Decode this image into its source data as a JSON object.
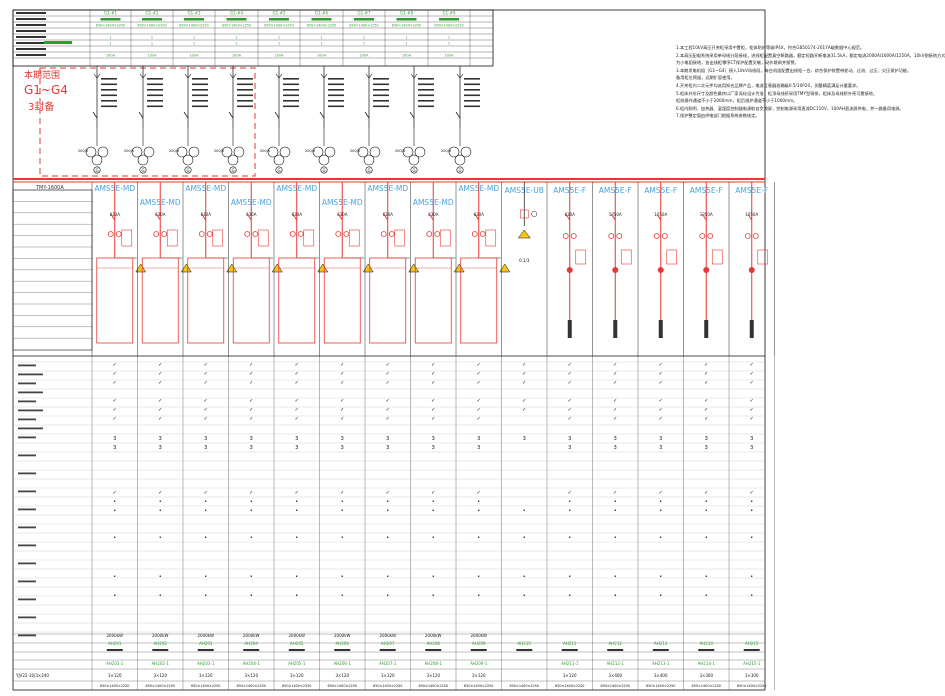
{
  "scope_note": {
    "line1": "本期范围",
    "line2": "G1~G4",
    "line3": "3封备"
  },
  "busbar_label": "TMY-1600A",
  "incoming_cable": "YJV22-10/3×240",
  "breaker_spec": "630A",
  "ct_ratio": "200/5",
  "ct_ratio_large": "1250A",
  "pt_ratio": "0.1/3",
  "panels": [
    {
      "top_code": "G1-#1",
      "type": "AMS5E-MD",
      "label1": "2000kW",
      "label2": "AH201",
      "label3": "AH201-1",
      "cable": "3×120",
      "size": "650×1400×2250",
      "loaded": true,
      "row_marks": [
        1,
        1,
        1,
        1,
        1,
        1,
        1,
        1,
        1,
        1
      ]
    },
    {
      "top_code": "G1-#2",
      "type": "AMS5E-MD",
      "label1": "2000kW",
      "label2": "AH202",
      "label3": "AH202-1",
      "cable": "3×120",
      "size": "650×1400×2250",
      "loaded": true,
      "row_marks": [
        1,
        1,
        1,
        1,
        1,
        1,
        1,
        1,
        1,
        1
      ]
    },
    {
      "top_code": "G1-#3",
      "type": "AMS5E-MD",
      "label1": "2000kW",
      "label2": "AH203",
      "label3": "AH203-1",
      "cable": "3×120",
      "size": "650×1400×2250",
      "loaded": true,
      "row_marks": [
        1,
        1,
        1,
        1,
        1,
        1,
        1,
        1,
        1,
        1
      ]
    },
    {
      "top_code": "G1-#4",
      "type": "AMS5E-MD",
      "label1": "2000kW",
      "label2": "AH204",
      "label3": "AH204-1",
      "cable": "3×120",
      "size": "650×1400×2250",
      "loaded": true,
      "row_marks": [
        1,
        1,
        1,
        1,
        1,
        1,
        1,
        1,
        1,
        1
      ]
    },
    {
      "top_code": "G1-#5",
      "type": "AMS5E-MD",
      "label1": "2000kW",
      "label2": "AH205",
      "label3": "AH205-1",
      "cable": "3×120",
      "size": "650×1400×2250",
      "loaded": true,
      "row_marks": [
        1,
        1,
        1,
        1,
        1,
        1,
        1,
        1,
        1,
        1
      ]
    },
    {
      "top_code": "G1-#6",
      "type": "AMS5E-MD",
      "label1": "2000kW",
      "label2": "AH206",
      "label3": "AH206-1",
      "cable": "3×120",
      "size": "650×1400×2250",
      "loaded": true,
      "row_marks": [
        1,
        1,
        1,
        1,
        1,
        1,
        1,
        1,
        1,
        1
      ]
    },
    {
      "top_code": "G1-#7",
      "type": "AMS5E-MD",
      "label1": "2000kW",
      "label2": "AH207",
      "label3": "AH207-1",
      "cable": "3×120",
      "size": "650×1400×2250",
      "loaded": true,
      "row_marks": [
        1,
        1,
        1,
        1,
        1,
        1,
        1,
        1,
        1,
        1
      ]
    },
    {
      "top_code": "G1-#8",
      "type": "AMS5E-MD",
      "label1": "2000kW",
      "label2": "AH208",
      "label3": "AH208-1",
      "cable": "3×120",
      "size": "650×1400×2250",
      "loaded": true,
      "row_marks": [
        1,
        1,
        1,
        1,
        1,
        1,
        1,
        1,
        1,
        1
      ]
    },
    {
      "top_code": "G1-#9",
      "type": "AMS5E-MD",
      "label1": "2000kW",
      "label2": "AH209",
      "label3": "AH209-1",
      "cable": "3×120",
      "size": "650×1400×2250",
      "loaded": true,
      "row_marks": [
        1,
        1,
        1,
        1,
        1,
        1,
        1,
        1,
        1,
        1
      ]
    },
    {
      "top_code": "",
      "type": "AMS5E-UB",
      "label1": "",
      "label2": "AH210",
      "label3": "",
      "cable": "",
      "size": "650×1400×2250",
      "loaded": false,
      "row_marks": [
        1,
        1,
        1,
        1,
        1,
        0,
        1,
        0,
        0,
        0
      ]
    },
    {
      "top_code": "",
      "type": "AMS5E-F",
      "label1": "",
      "label2": "AH211",
      "label3": "AH211-1",
      "cable": "3×120",
      "size": "650×1400×2250",
      "loaded": false,
      "row_marks": [
        1,
        1,
        1,
        1,
        1,
        1,
        1,
        1,
        1,
        1
      ]
    },
    {
      "top_code": "",
      "type": "AMS5E-F",
      "label1": "",
      "label2": "AH212",
      "label3": "AH212-1",
      "cable": "3×400",
      "size": "650×1400×2250",
      "loaded": false,
      "row_marks": [
        1,
        1,
        1,
        1,
        1,
        1,
        1,
        1,
        1,
        1
      ]
    },
    {
      "top_code": "",
      "type": "AMS5E-F",
      "label1": "",
      "label2": "AH213",
      "label3": "AH213-1",
      "cable": "3×400",
      "size": "650×1400×2250",
      "loaded": false,
      "row_marks": [
        1,
        1,
        1,
        1,
        1,
        1,
        1,
        1,
        1,
        1
      ]
    },
    {
      "top_code": "",
      "type": "AMS5E-F",
      "label1": "",
      "label2": "AH214",
      "label3": "AH214-1",
      "cable": "3×300",
      "size": "650×1400×2250",
      "loaded": false,
      "row_marks": [
        1,
        1,
        1,
        1,
        1,
        1,
        1,
        1,
        1,
        1
      ]
    },
    {
      "top_code": "",
      "type": "AMS5E-F",
      "label1": "",
      "label2": "AH215",
      "label3": "AH215-1",
      "cable": "3×300",
      "size": "650×1400×2250",
      "loaded": false,
      "row_marks": [
        1,
        1,
        1,
        1,
        1,
        1,
        1,
        1,
        1,
        1
      ]
    }
  ],
  "notes": [
    "1.本工程10kV高压开关柜采用中置柜，柜体防护等级IP4X，符合GB50174-2017A级数据中心规范。",
    "2.本高压配电系统采用单母线分段接线，进线柜配置真空断路器，额定短路开断电流31.5kA，额定电流2000A/1600A/1250A，10kV侧接地方式",
    "  为小电阻接地，各出线柜零序CT保护配置灵敏，动作跳闸并报警。",
    "3.本期发电机组（G1~G4）接入10kV母线段，每台机组配置出线柜一台，综合保护装置带差动、过流、过压、欠压保护功能。",
    "  备用柜位预留，远期扩容使用。",
    "4.开关柜内二次元件均选用知名品牌产品，电流互感器准确级0.5/10P20，测量精度满足计量要求。",
    "5.柜体外形尺寸及颜色最终以厂家深化设计为准，柜顶母线桥采用TMY型铜排，柜体及母线桥外壳可靠接地，",
    "  柜前操作通道不小于2000mm，柜后维护通道不小于1000mm。",
    "6.柜内照明、加热器、温湿度控制器电源取自交流屏，控制电源采用直流DC110V，100AH直流屏供电，并一路备用电源。",
    "7.保护整定值由供电部门根据系统参数核定。"
  ]
}
